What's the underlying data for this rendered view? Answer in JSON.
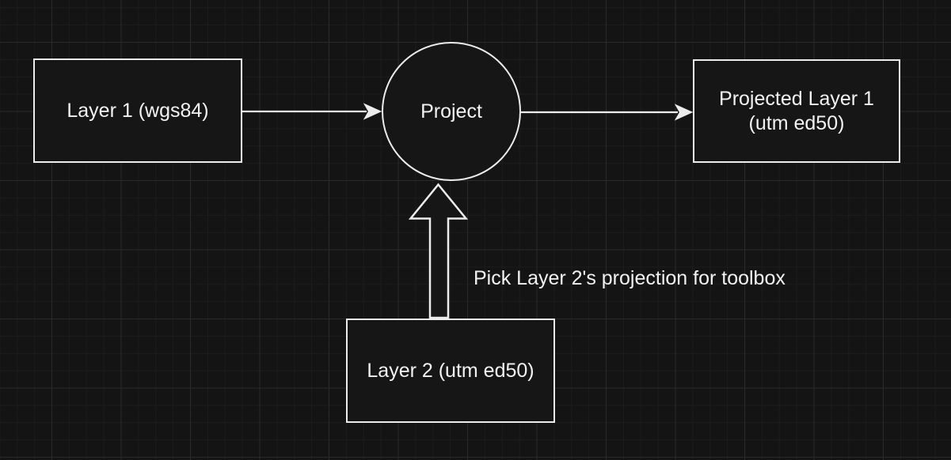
{
  "diagram": {
    "nodes": {
      "layer1": {
        "label": "Layer 1 (wgs84)",
        "shape": "rectangle"
      },
      "project": {
        "label": "Project",
        "shape": "circle"
      },
      "projectedLayer1": {
        "label": "Projected Layer 1\n(utm ed50)",
        "shape": "rectangle"
      },
      "layer2": {
        "label": "Layer 2 (utm ed50)",
        "shape": "rectangle"
      }
    },
    "edges": [
      {
        "from": "layer1",
        "to": "project",
        "style": "thin-arrow"
      },
      {
        "from": "project",
        "to": "projectedLayer1",
        "style": "thin-arrow"
      },
      {
        "from": "layer2",
        "to": "project",
        "style": "hollow-block-arrow"
      }
    ],
    "annotation": {
      "text": "Pick Layer 2's projection for toolbox"
    },
    "colors": {
      "background": "#141414",
      "grid_minor": "#1c1c1c",
      "grid_major": "#2a2a2a",
      "shape_fill": "#161616",
      "shape_stroke": "#ececec",
      "text": "#f2f2f2"
    }
  }
}
